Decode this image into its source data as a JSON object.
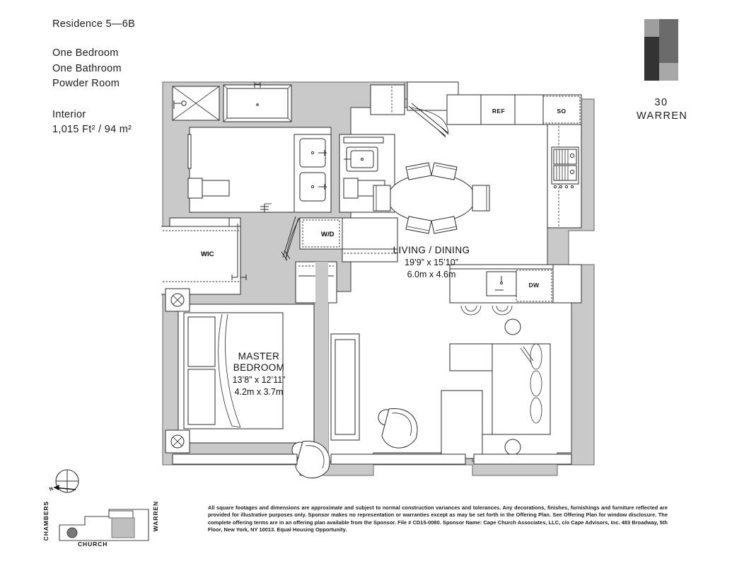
{
  "header": {
    "residence_title": "Residence 5—6B",
    "features": [
      "One Bedroom",
      "One Bathroom",
      "Powder Room"
    ],
    "interior_label": "Interior",
    "interior_area": "1,015 Ft² / 94 m²"
  },
  "brand": {
    "number": "30",
    "street": "WARREN",
    "logo_colors": [
      "#9e9e9e",
      "#6b6b6b",
      "#333333",
      "#a8a8a8"
    ]
  },
  "floorplan": {
    "rooms": [
      {
        "name": "LIVING / DINING",
        "dim_imperial": "19’9” x 15’10”",
        "dim_metric": "6.0m x 4.6m"
      },
      {
        "name": "MASTER BEDROOM",
        "name_line1": "MASTER",
        "name_line2": "BEDROOM",
        "dim_imperial": "13’8” x 12’11”",
        "dim_metric": "4.2m x 3.7m"
      }
    ],
    "tags": [
      {
        "label": "REF",
        "meaning": "refrigerator"
      },
      {
        "label": "SO",
        "meaning": "speed-oven"
      },
      {
        "label": "DW",
        "meaning": "dishwasher"
      },
      {
        "label": "W/D",
        "meaning": "washer-dryer"
      },
      {
        "label": "WIC",
        "meaning": "walk-in-closet"
      }
    ],
    "colors": {
      "wall_fill": "#c9c9c9",
      "wall_stroke": "#5a5a5a",
      "interior_fill": "#ffffff",
      "line": "#2b2b2b"
    }
  },
  "sitemap": {
    "streets": {
      "left": "CHAMBERS",
      "right": "WARREN",
      "bottom": "CHURCH"
    },
    "compass_north": "N"
  },
  "disclaimer": {
    "text": "All square footages and dimensions are approximate and subject to normal construction variances and tolerances. Any decorations, finishes, furnishings and furniture reflected are provided for illustrative purposes only. Sponsor makes no representation or warranties except as may be set forth in the Offering Plan. See Offering Plan for window disclosure. The complete offering terms are in an offering plan available from the Sponsor. File # CD15-0080. Sponsor Name: Cape Church Associates, LLC, c/o Cape Advisors, Inc. 483 Broadway, 5th Floor, New York, NY 10013. Equal Housing Opportunity."
  }
}
